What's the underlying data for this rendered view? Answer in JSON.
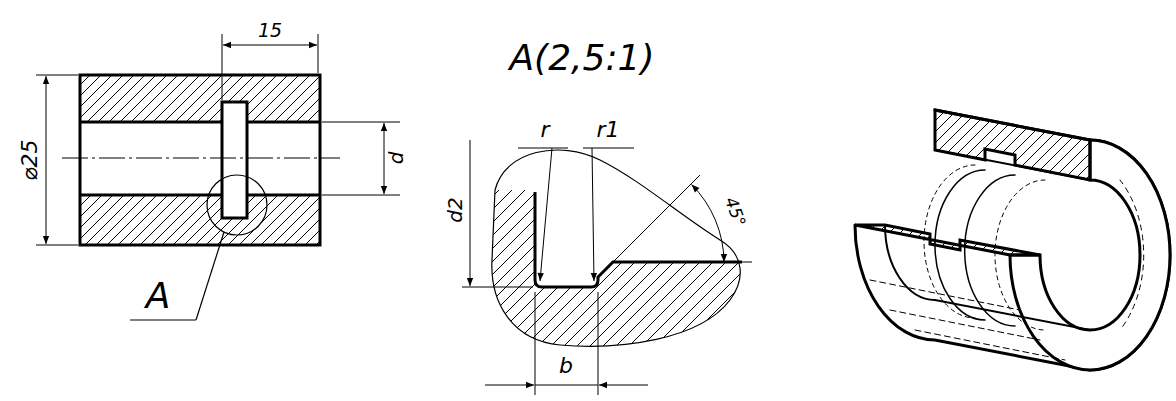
{
  "diagram": {
    "labels": [
      "15",
      "⌀25",
      "d",
      "A",
      "A(2,5:1)",
      "d2",
      "r",
      "r1",
      "45°",
      "b"
    ]
  }
}
